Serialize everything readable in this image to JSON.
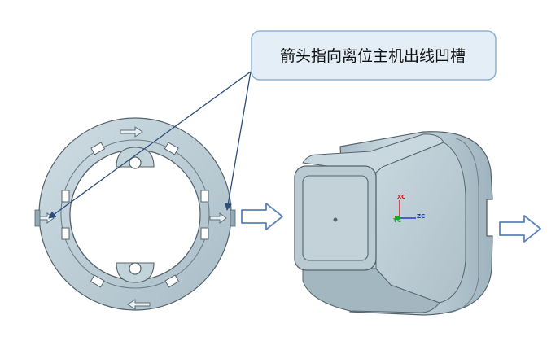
{
  "callout": {
    "text": "箭头指向离位主机出线凹槽"
  },
  "axes": {
    "x_label": "XC",
    "y_label": "YC",
    "z_label": "ZC",
    "x_color": "#d42020",
    "y_color": "#1fa82a",
    "z_color": "#2038d0"
  },
  "colors": {
    "part_fill": "#bfd0d8",
    "part_shadow": "#93a9b4",
    "part_edge": "#56646c",
    "callout_fill": "#e4eef7",
    "callout_border": "#8fb0cf",
    "leader_line": "#2b4e7a",
    "flow_arrow": "#5b84b8"
  },
  "icons": {
    "flow_arrow_1": "hollow-right-arrow-icon",
    "flow_arrow_2": "hollow-right-arrow-icon",
    "ring_marks": "arrow-mark-icon"
  }
}
